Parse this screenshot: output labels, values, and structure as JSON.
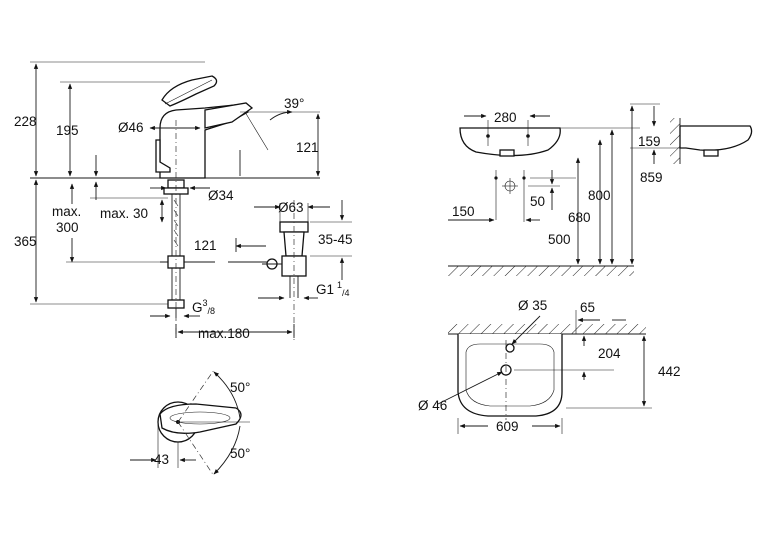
{
  "labels": {
    "d228": "228",
    "d195": "195",
    "d39": "39°",
    "d46a": "Ø46",
    "d121a": "121",
    "d34": "Ø34",
    "dmax30": "max. 30",
    "dmax300_a": "max.",
    "dmax300_b": "300",
    "d365": "365",
    "d63": "Ø63",
    "d3545": "35-45",
    "d121b": "121",
    "g38": "G",
    "g38sup": "3",
    "g38sub": "/8",
    "g114": "G1",
    "g114sup": "1",
    "g114sub": "/4",
    "dmax180": "max.180",
    "d50a": "50°",
    "d50b": "50°",
    "d43": "43",
    "d280": "280",
    "d159": "159",
    "d859": "859",
    "d800": "800",
    "d680": "680",
    "d500": "500",
    "d150": "150",
    "d50c": "50",
    "d35": "Ø 35",
    "d65": "65",
    "d204": "204",
    "d442": "442",
    "d46b": "Ø 46",
    "d609": "609"
  }
}
